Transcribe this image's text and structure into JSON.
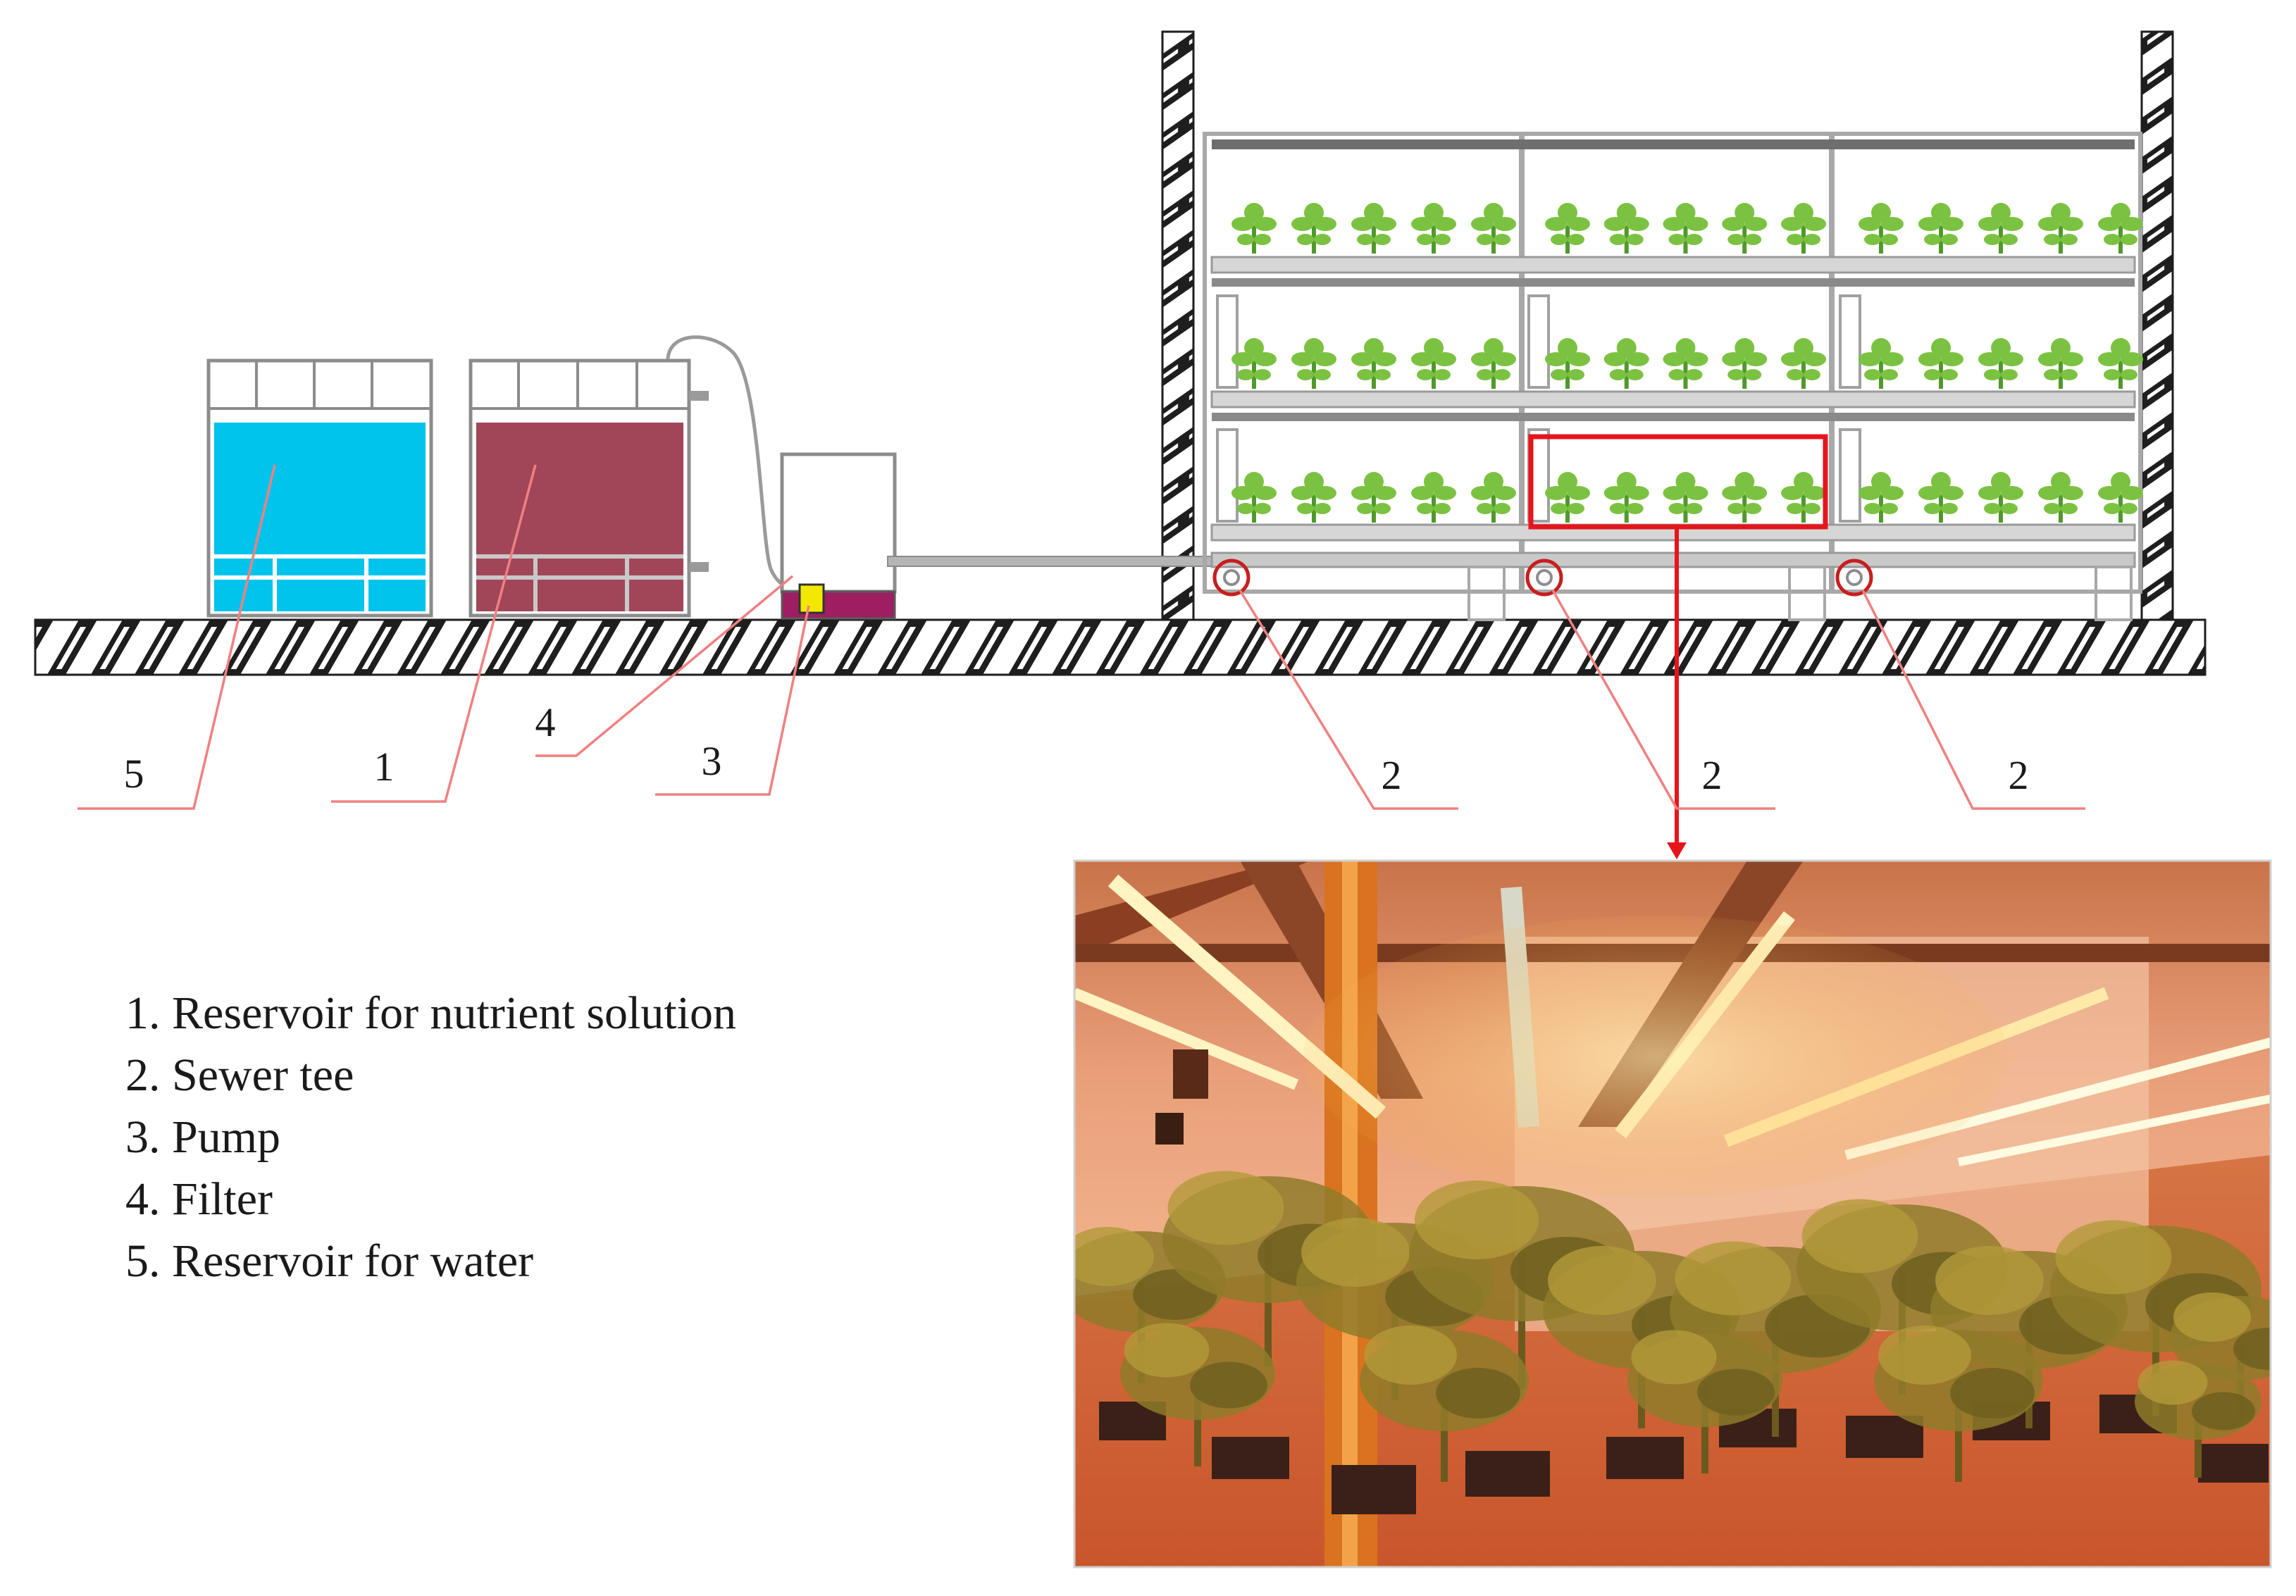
{
  "figure": {
    "callouts": [
      {
        "key": "five",
        "label": "5"
      },
      {
        "key": "one",
        "label": "1"
      },
      {
        "key": "four",
        "label": "4"
      },
      {
        "key": "three",
        "label": "3"
      },
      {
        "key": "two_a",
        "label": "2"
      },
      {
        "key": "two_b",
        "label": "2"
      },
      {
        "key": "two_c",
        "label": "2"
      }
    ],
    "legend": [
      "1. Reservoir for nutrient solution",
      "2. Sewer tee",
      "3. Pump",
      "4. Filter",
      "5. Reservoir for water"
    ],
    "colors": {
      "water": "#00c4ec",
      "nutrient": "#a14659",
      "pump": "#9e1e62",
      "filter": "#f2e800",
      "leader": "#f08080",
      "highlight": "#e8141b",
      "plant": "#7cc242",
      "photo_glow": "#f6893a"
    }
  }
}
